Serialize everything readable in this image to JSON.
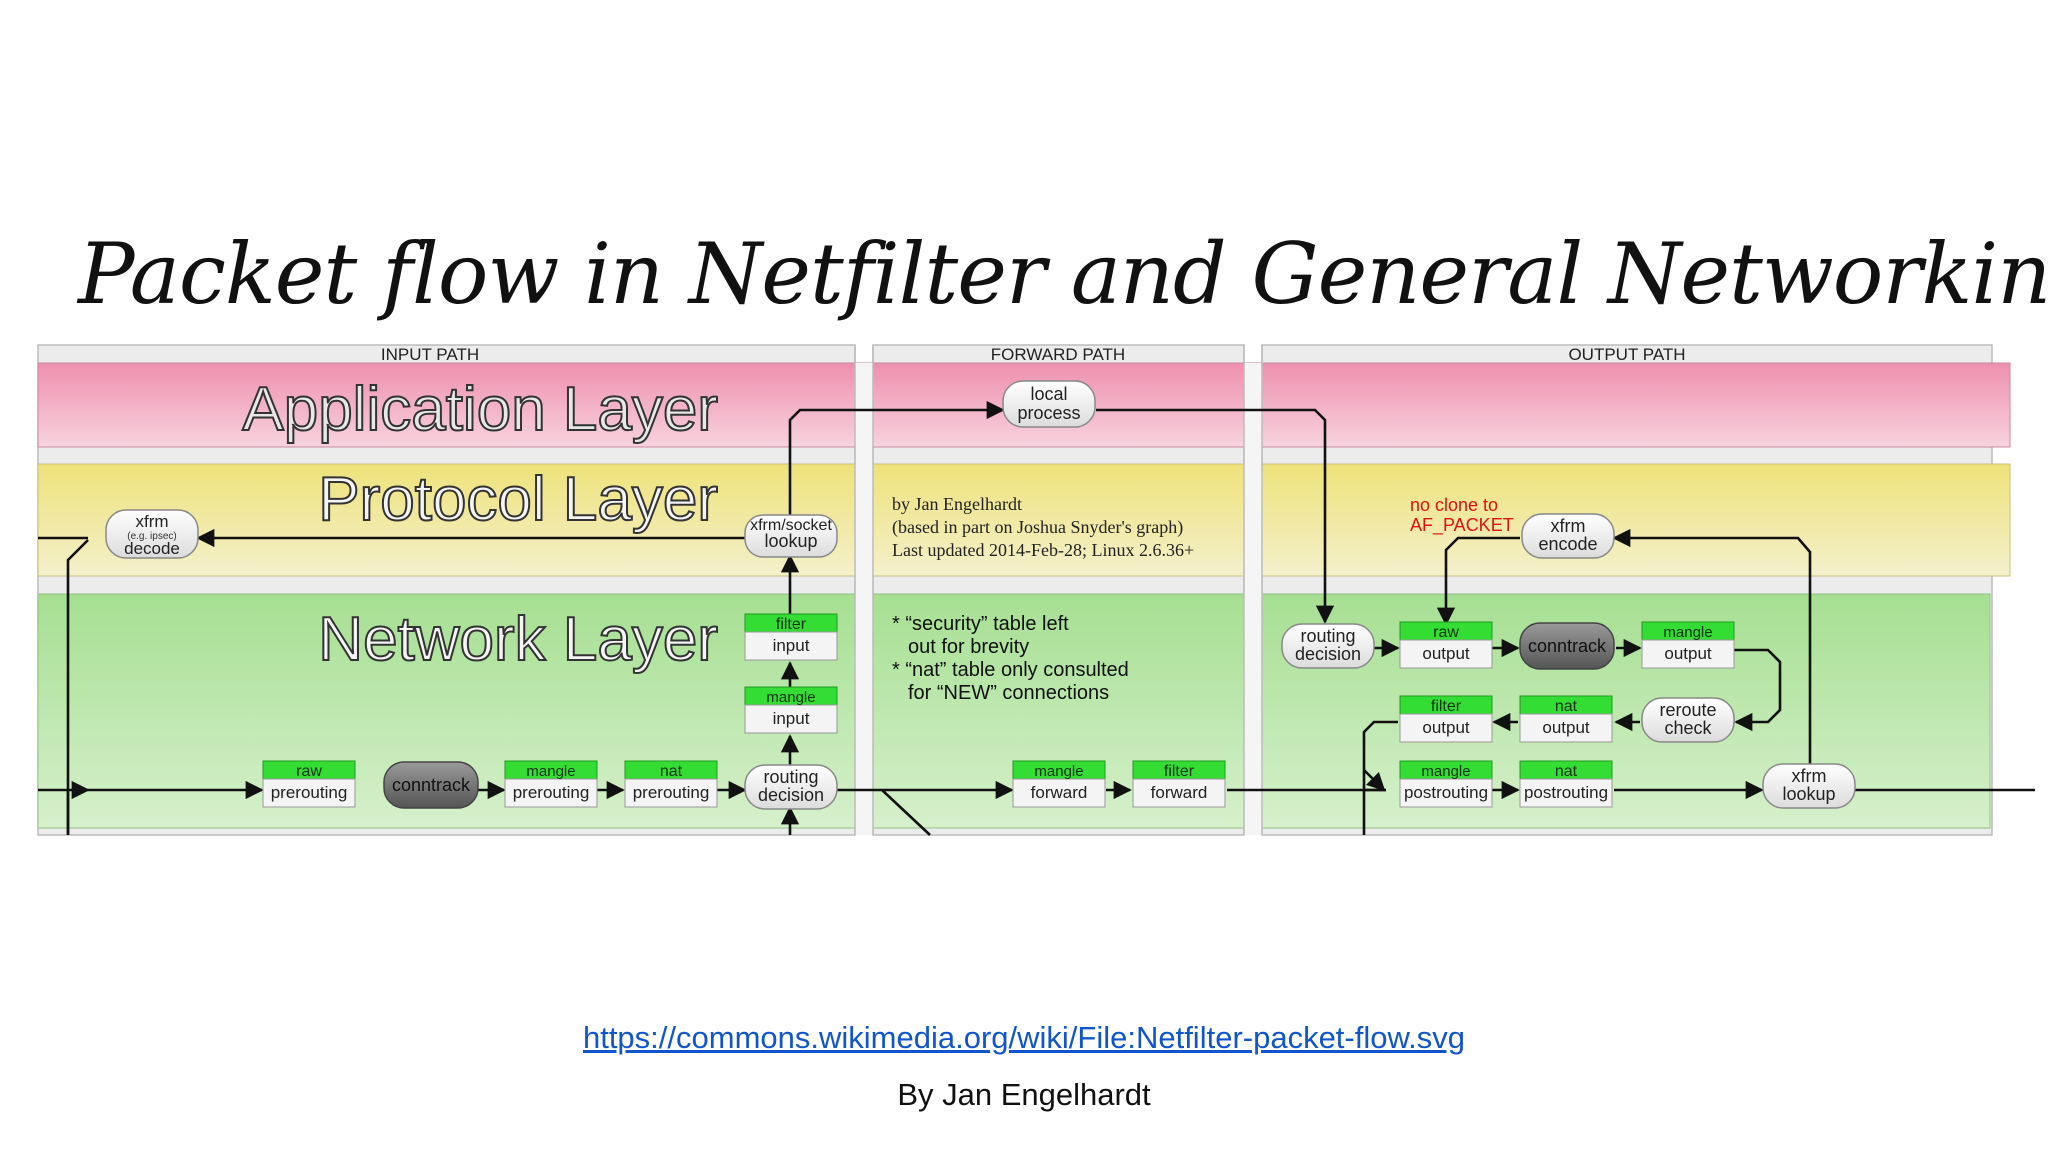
{
  "title": "Packet flow in Netfilter and General Networking",
  "paths": {
    "input": "INPUT PATH",
    "forward": "FORWARD PATH",
    "output": "OUTPUT PATH"
  },
  "layers": {
    "application": "Application Layer",
    "protocol": "Protocol Layer",
    "network": "Network Layer"
  },
  "credits": {
    "line1": "by Jan Engelhardt",
    "line2": "(based in part on Joshua Snyder's graph)",
    "line3": "Last updated 2014-Feb-28; Linux 2.6.36+"
  },
  "notes": {
    "line1": "* “security” table left",
    "line2": "out for brevity",
    "line3": "* “nat” table only consulted",
    "line4": "for “NEW” connections"
  },
  "warning": {
    "line1": "no clone to",
    "line2": "AF_PACKET"
  },
  "nodes": {
    "local_process": [
      "local",
      "process"
    ],
    "xfrm_decode": [
      "xfrm",
      "(e.g. ipsec)",
      "decode"
    ],
    "xfrm_socket_lookup": [
      "xfrm/socket",
      "lookup"
    ],
    "xfrm_encode": [
      "xfrm",
      "encode"
    ],
    "routing_decision_in": [
      "routing",
      "decision"
    ],
    "routing_decision_out": [
      "routing",
      "decision"
    ],
    "reroute_check": [
      "reroute",
      "check"
    ],
    "xfrm_lookup": [
      "xfrm",
      "lookup"
    ],
    "conntrack": "conntrack"
  },
  "hooks": {
    "raw_prerouting": [
      "raw",
      "prerouting"
    ],
    "mangle_prerouting": [
      "mangle",
      "prerouting"
    ],
    "nat_prerouting": [
      "nat",
      "prerouting"
    ],
    "mangle_input": [
      "mangle",
      "input"
    ],
    "filter_input": [
      "filter",
      "input"
    ],
    "mangle_forward": [
      "mangle",
      "forward"
    ],
    "filter_forward": [
      "filter",
      "forward"
    ],
    "raw_output": [
      "raw",
      "output"
    ],
    "mangle_output": [
      "mangle",
      "output"
    ],
    "filter_output": [
      "filter",
      "output"
    ],
    "nat_output": [
      "nat",
      "output"
    ],
    "mangle_postrouting": [
      "mangle",
      "postrouting"
    ],
    "nat_postrouting": [
      "nat",
      "postrouting"
    ]
  },
  "source_link": "https://commons.wikimedia.org/wiki/File:Netfilter-packet-flow.svg",
  "byline": "By Jan Engelhardt",
  "colors": {
    "application_layer": "#f0a0b8",
    "protocol_layer": "#f0e890",
    "network_layer": "#b8e6a8",
    "hook_header": "#33dd33",
    "conntrack": "#707070",
    "warning_text": "#dd1111",
    "link": "#1155cc"
  }
}
